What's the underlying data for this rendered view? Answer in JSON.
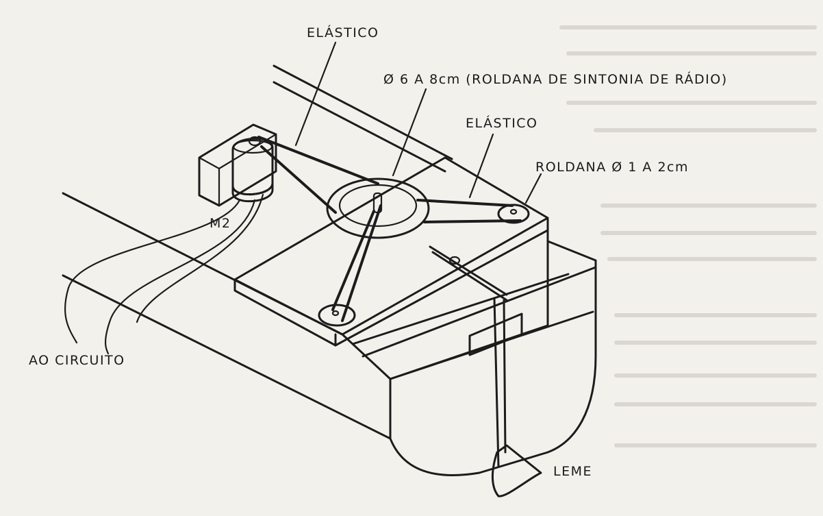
{
  "labels": {
    "elastico_top": "ELÁSTICO",
    "pulley_large": "Ø 6 A 8cm (ROLDANA DE SINTONIA DE RÁDIO)",
    "elastico_right": "ELÁSTICO",
    "pulley_small": "ROLDANA Ø 1 A 2cm",
    "motor": "M2",
    "circuit": "AO CIRCUITO",
    "rudder": "LEME"
  }
}
